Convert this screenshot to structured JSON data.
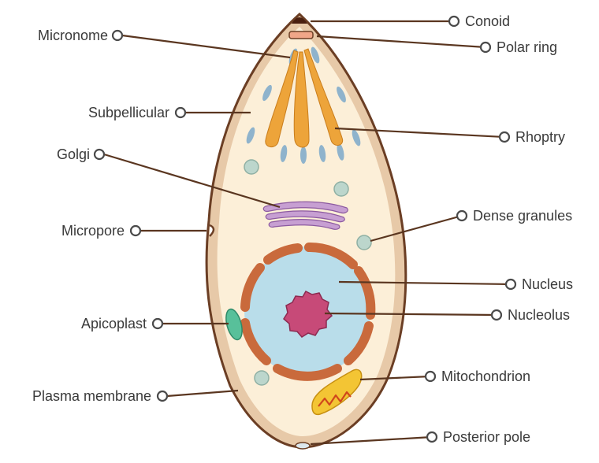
{
  "diagram": {
    "subject": "apicomplexan cell structure",
    "labels": {
      "conoid": "Conoid",
      "polar_ring": "Polar ring",
      "micronome": "Micronome",
      "subpellicular": "Subpellicular",
      "rhoptry": "Rhoptry",
      "golgi": "Golgi",
      "dense_granules": "Dense granules",
      "micropore": "Micropore",
      "nucleus": "Nucleus",
      "apicoplast": "Apicoplast",
      "nucleolus": "Nucleolus",
      "mitochondrion": "Mitochondrion",
      "plasma_membrane": "Plasma membrane",
      "posterior_pole": "Posterior pole"
    },
    "colors": {
      "outline": "#6b3e24",
      "membrane": "#e7c9a8",
      "cytoplasm": "#fcefd8",
      "rhoptry": "#eda43a",
      "micronome": "#8fb3cc",
      "golgi": "#c79fd2",
      "dense_granule": "#bcd6cc",
      "nucleus_envelope": "#c96a3c",
      "nucleus": "#b9ddea",
      "nucleolus": "#c74a78",
      "apicoplast": "#58c09a",
      "mitochondrion": "#f3c534",
      "leader_line": "#5a3620"
    }
  }
}
